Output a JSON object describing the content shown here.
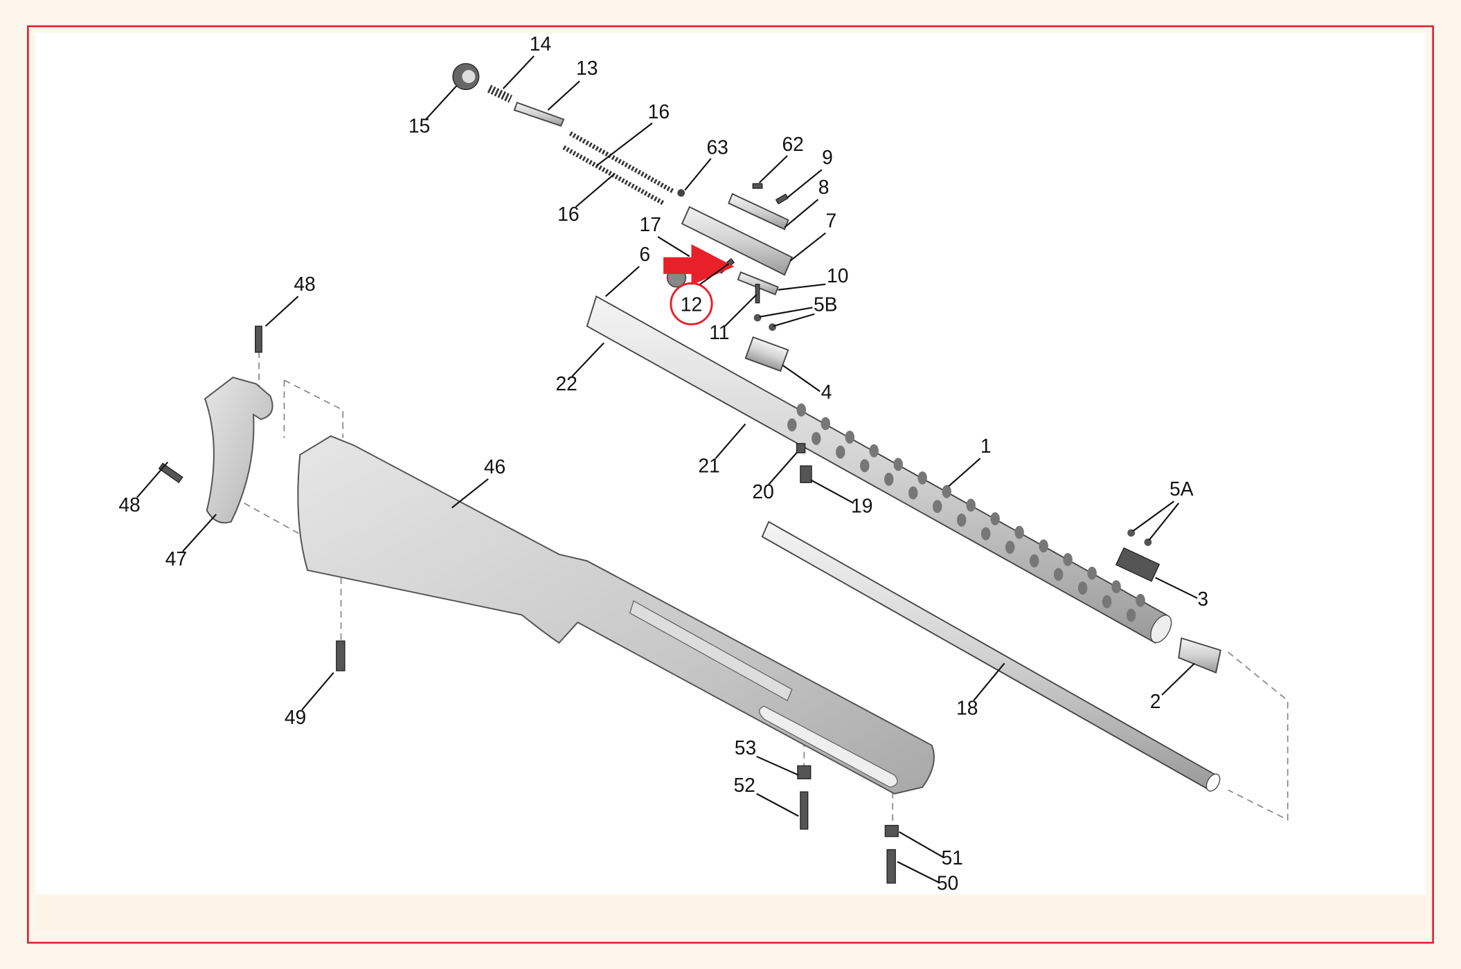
{
  "diagram": {
    "title": "Exploded parts diagram",
    "highlighted_part": "12",
    "colors": {
      "frame": "#d62a35",
      "arrow": "#e8202a",
      "background": "#fdf6ec"
    },
    "labels": [
      "14",
      "13",
      "15",
      "16",
      "16",
      "63",
      "62",
      "9",
      "8",
      "7",
      "17",
      "6",
      "10",
      "12",
      "5B",
      "11",
      "4",
      "22",
      "21",
      "1",
      "20",
      "19",
      "5A",
      "3",
      "46",
      "48",
      "48",
      "47",
      "2",
      "18",
      "49",
      "53",
      "52",
      "51",
      "50"
    ]
  }
}
